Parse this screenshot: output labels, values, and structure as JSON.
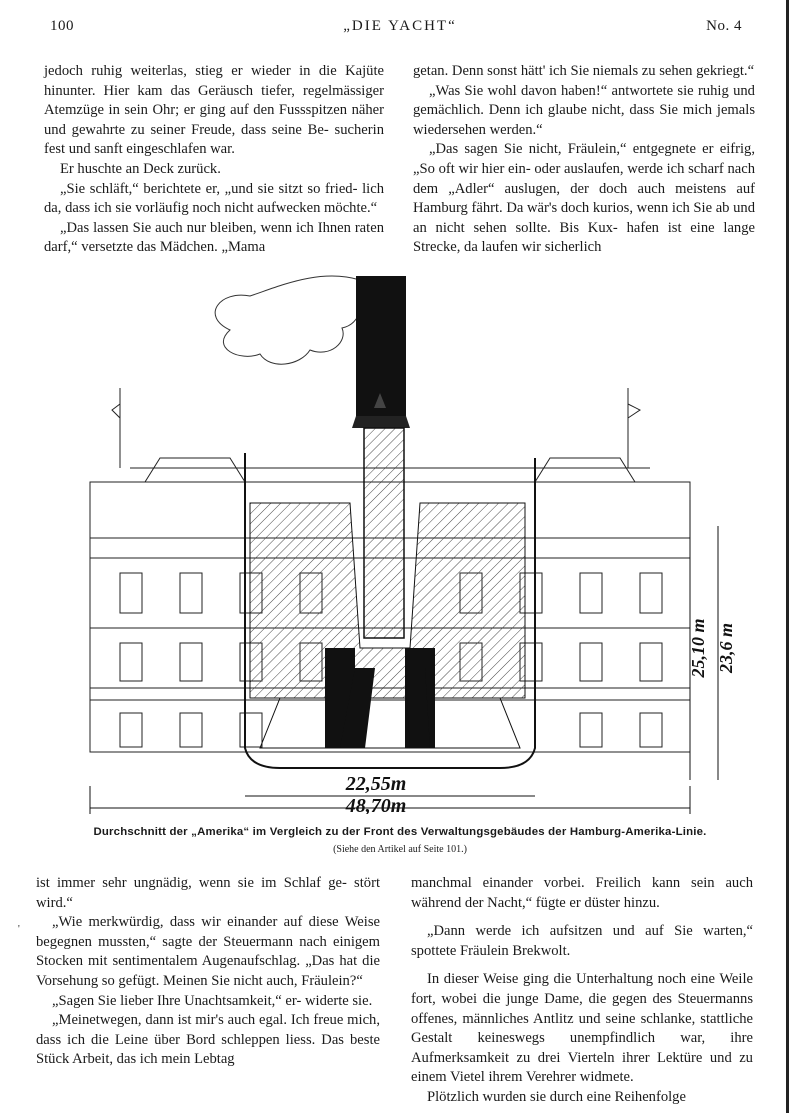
{
  "header": {
    "page_number": "100",
    "journal": "„DIE YACHT“",
    "issue": "No. 4"
  },
  "column1": [
    "jedoch ruhig weiterlas, stieg er wieder in die Kajüte",
    "hinunter.  Hier kam das Geräusch tiefer, regelmässiger",
    "Atemzüge in sein Ohr; er ging auf den Fussspitzen",
    "näher und gewahrte zu seiner Freude, dass seine Be-",
    "sucherin fest und sanft eingeschlafen war.",
    "Er huschte an Deck zurück.",
    "„Sie schläft,“ berichtete er, „und sie sitzt so fried-",
    "lich da, dass ich sie vorläufig noch nicht aufwecken",
    "möchte.“",
    "„Das lassen Sie auch nur bleiben, wenn ich",
    "Ihnen raten darf,“ versetzte das Mädchen. „Mama"
  ],
  "column2": [
    "getan.  Denn sonst hätt' ich Sie niemals zu sehen",
    "gekriegt.“",
    "„Was Sie wohl davon haben!“ antwortete sie",
    "ruhig und gemächlich.  Denn ich glaube nicht, dass",
    "Sie mich jemals wiedersehen werden.“",
    "„Das sagen Sie nicht, Fräulein,“ entgegnete er",
    "eifrig, „So oft wir hier ein- oder auslaufen, werde",
    "ich scharf nach dem „Adler“ auslugen, der doch auch",
    "meistens auf Hamburg fährt.  Da wär's doch kurios,",
    "wenn ich Sie ab und an nicht sehen sollte.  Bis Kux-",
    "hafen ist eine lange Strecke, da laufen wir sicherlich"
  ],
  "figure": {
    "dim_width_ship": "22,55m",
    "dim_width_building": "48,70m",
    "dim_height_ship": "25,10 m",
    "dim_height_building": "23,6 m"
  },
  "caption": "Durchschnitt der „Amerika“ im Vergleich zu der Front des Verwaltungsgebäudes der Hamburg-Amerika-Linie.",
  "subcaption": "(Siehe den Artikel auf Seite 101.)",
  "column3": [
    "ist immer sehr ungnädig, wenn sie im Schlaf ge-",
    "stört wird.“",
    "„Wie merkwürdig, dass wir einander auf diese",
    "Weise begegnen mussten,“ sagte der Steuermann nach",
    "einigem Stocken mit sentimentalem Augenaufschlag.",
    "„Das hat die Vorsehung so gefügt.  Meinen Sie nicht",
    "auch, Fräulein?“",
    "„Sagen Sie lieber Ihre Unachtsamkeit,“ er-",
    "widerte sie.",
    "„Meinetwegen, dann ist mir's auch egal.  Ich",
    "freue mich, dass ich die Leine über Bord schleppen",
    "liess.  Das beste Stück Arbeit, das ich mein Lebtag"
  ],
  "column4": [
    "manchmal einander vorbei.  Freilich kann sein auch",
    "während der Nacht,“ fügte er düster hinzu.",
    "„Dann werde ich aufsitzen und auf Sie warten,“",
    "spottete Fräulein Brekwolt.",
    "In dieser Weise ging die Unterhaltung noch eine",
    "Weile fort, wobei die junge Dame, die gegen des",
    "Steuermanns offenes, männliches Antlitz und seine",
    "schlanke, stattliche Gestalt keineswegs unempfindlich",
    "war, ihre Aufmerksamkeit zu drei Vierteln ihrer Lektüre",
    "und zu einem Vietel ihrem Verehrer widmete.",
    "Plötzlich wurden sie durch eine Reihenfolge"
  ],
  "colors": {
    "ink": "#1a1a1a",
    "paper": "#ffffff"
  }
}
